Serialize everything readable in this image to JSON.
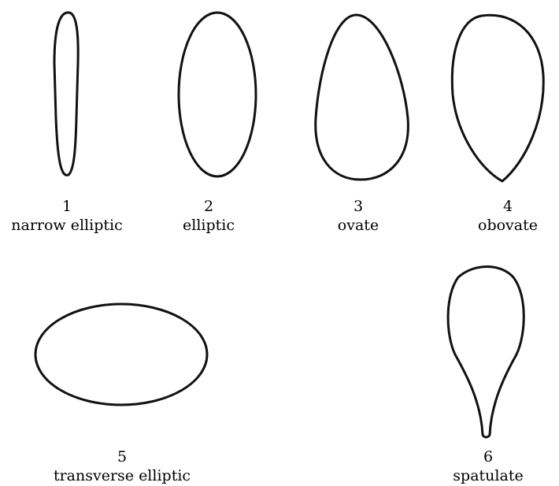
{
  "shapes": [
    {
      "number": "1",
      "name": "narrow elliptic"
    },
    {
      "number": "2",
      "name": "elliptic"
    },
    {
      "number": "3",
      "name": "ovate"
    },
    {
      "number": "4",
      "name": "obovate"
    },
    {
      "number": "5",
      "name": "transverse elliptic"
    },
    {
      "number": "6",
      "name": "spatulate"
    }
  ],
  "colors": {
    "outline": "#111111",
    "background": "#ffffff"
  }
}
